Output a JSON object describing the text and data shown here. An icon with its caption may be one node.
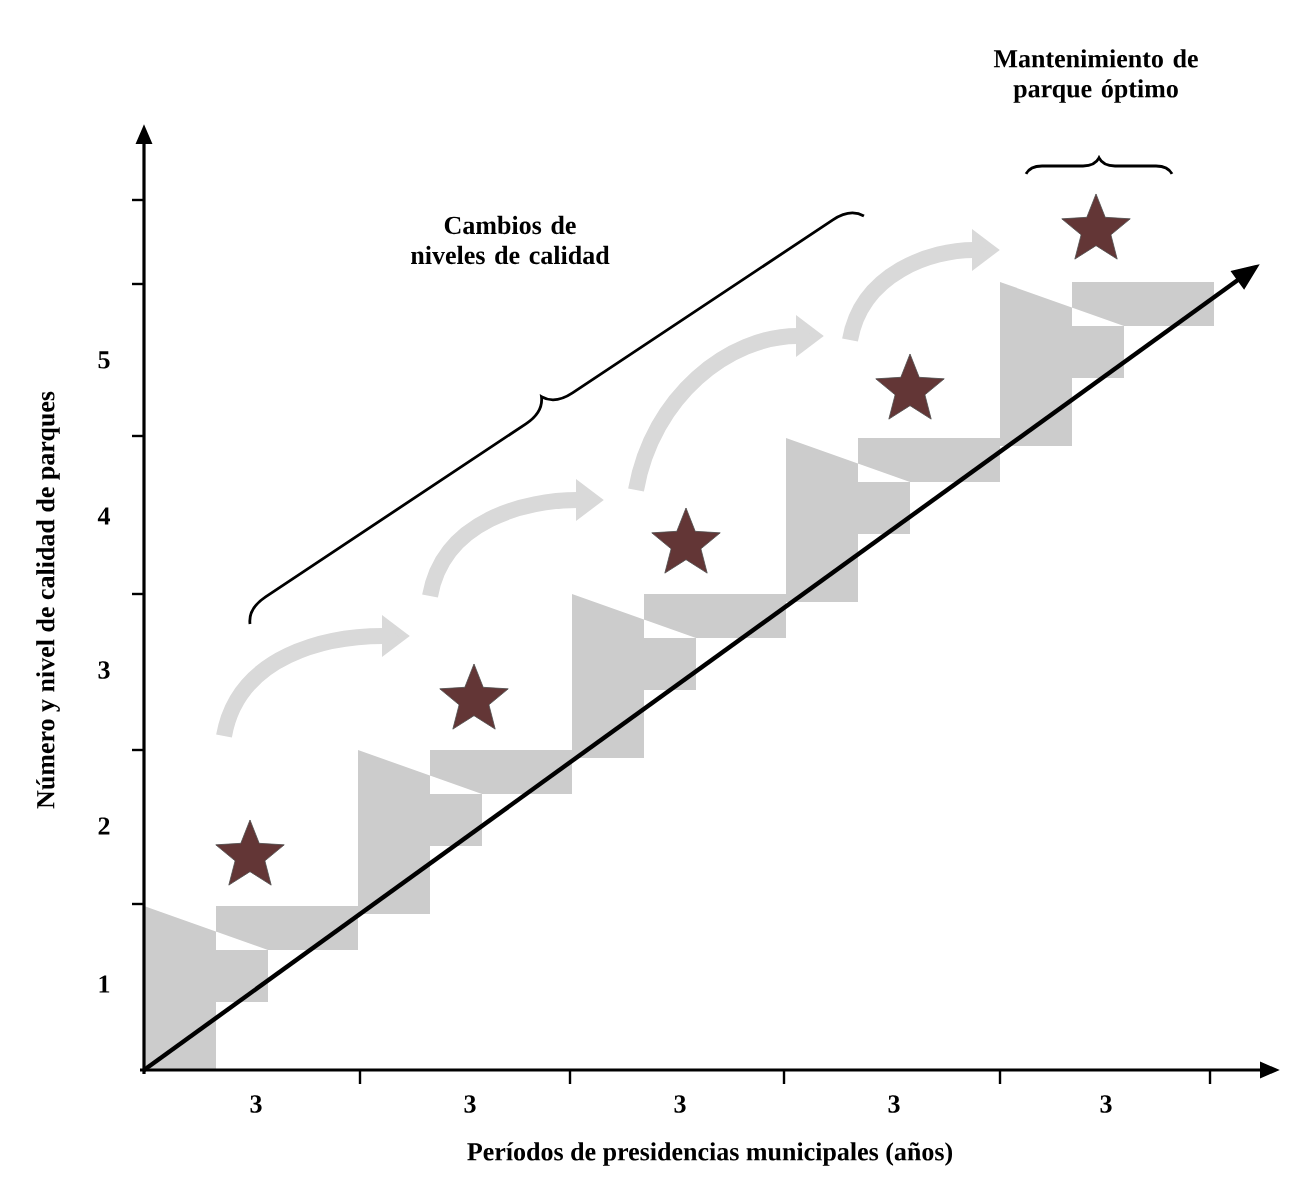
{
  "diagram": {
    "labels": [
      "Mantenimiento de parque óptimo",
      "Cambios de niveles de calidad",
      "Número y nivel de calidad de parques",
      "5",
      "4",
      "3",
      "2",
      "1",
      "3",
      "3",
      "3",
      "3",
      "3",
      "Períodos de presidencias municipales (años)"
    ]
  }
}
